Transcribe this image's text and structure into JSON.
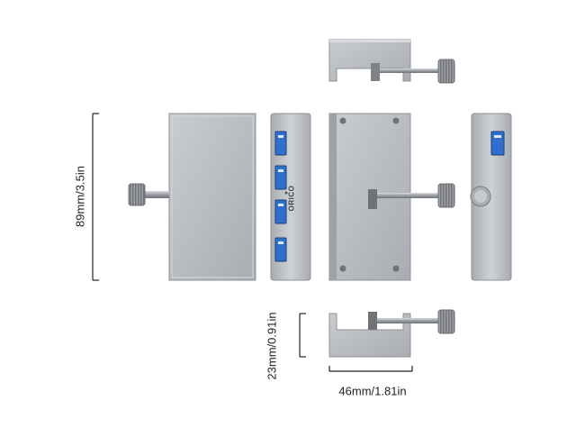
{
  "dimensions": {
    "height_label": "89mm/3.5in",
    "depth_label": "23mm/0.91in",
    "width_label": "46mm/1.81in"
  },
  "brand": "ORICO",
  "colors": {
    "aluminum": "#b9bcc0",
    "aluminum_dark": "#8e9297",
    "usb_port_blue": "#2f6fd0",
    "dimension_line": "#222222"
  }
}
